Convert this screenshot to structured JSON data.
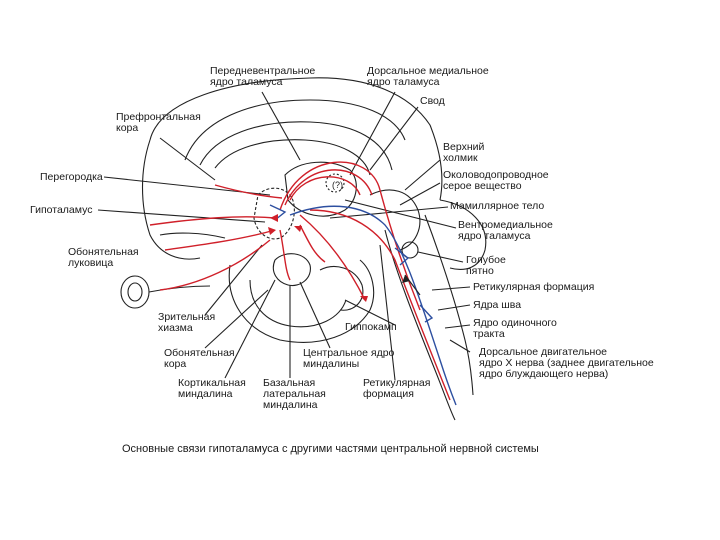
{
  "colors": {
    "red_pathway": "#d0202a",
    "blue_pathway": "#2d4fa0",
    "outline": "#222222"
  },
  "labels": {
    "anteroventral_nucleus": "Передневентральное\nядро таламуса",
    "dorsomedial_nucleus": "Дорсальное медиальное\nядро таламуса",
    "fornix": "Свод",
    "prefrontal_cortex": "Префронтальная\nкора",
    "superior_colliculus": "Верхний\nхолмик",
    "septum": "Перегородка",
    "periaqueductal_gray": "Околоводопроводное\nсерое вещество",
    "hypothalamus": "Гипоталамус",
    "mamillary_body": "Мамиллярное тело",
    "ventromedial_nucleus": "Вентромедиальное\nядро таламуса",
    "olfactory_bulb": "Обонятельная\nлуковица",
    "locus_coeruleus": "Голубое\nпятно",
    "reticular_formation_right": "Ретикулярная формация",
    "raphe_nuclei": "Ядра шва",
    "optic_chiasm": "Зрительная\nхиазма",
    "hippocampus": "Гиппокамп",
    "solitary_tract_nucleus": "Ядро одиночного\nтракта",
    "olfactory_cortex": "Обонятельная\nкора",
    "central_amygdala": "Центральное ядро\nминдалины",
    "vagus_dorsal_motor": "Дорсальное двигательное\nядро X нерва (заднее двигательное\nядро блуждающего нерва)",
    "cortical_amygdala": "Кортикальная\nминдалина",
    "basolateral_amygdala": "Базальная\nлатеральная\nминдалина",
    "reticular_formation_bottom": "Ретикулярная\nформация",
    "question_mark": "(?)"
  },
  "caption": "Основные связи гипоталамуса с другими частями центральной нервной системы"
}
